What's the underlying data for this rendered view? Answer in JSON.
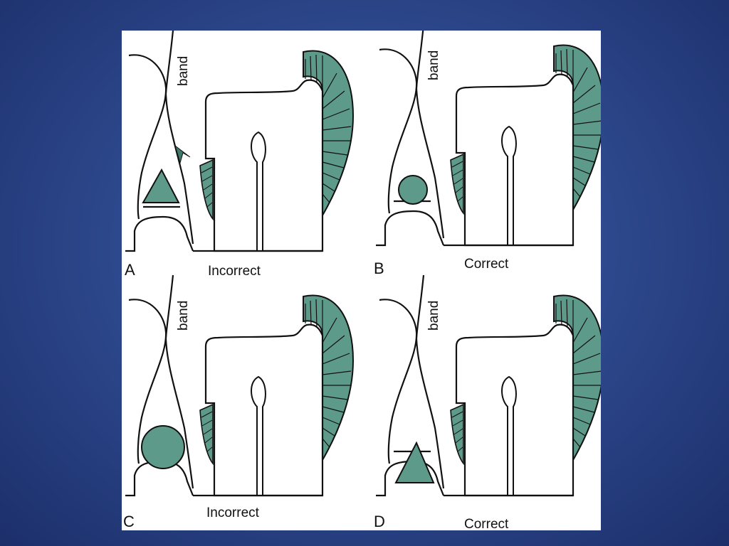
{
  "figure": {
    "fill_color": "#5e9a8a",
    "stroke_color": "#111111",
    "panels": [
      {
        "letter": "A",
        "caption": "Incorrect",
        "band_label": "band",
        "ligature_shape": "triangle",
        "arrowhead": true
      },
      {
        "letter": "B",
        "caption": "Correct",
        "band_label": "band",
        "ligature_shape": "circle-small",
        "arrowhead": false
      },
      {
        "letter": "C",
        "caption": "Incorrect",
        "band_label": "band",
        "ligature_shape": "circle-large",
        "arrowhead": false
      },
      {
        "letter": "D",
        "caption": "Correct",
        "band_label": "band",
        "ligature_shape": "triangle",
        "arrowhead": false
      }
    ]
  }
}
